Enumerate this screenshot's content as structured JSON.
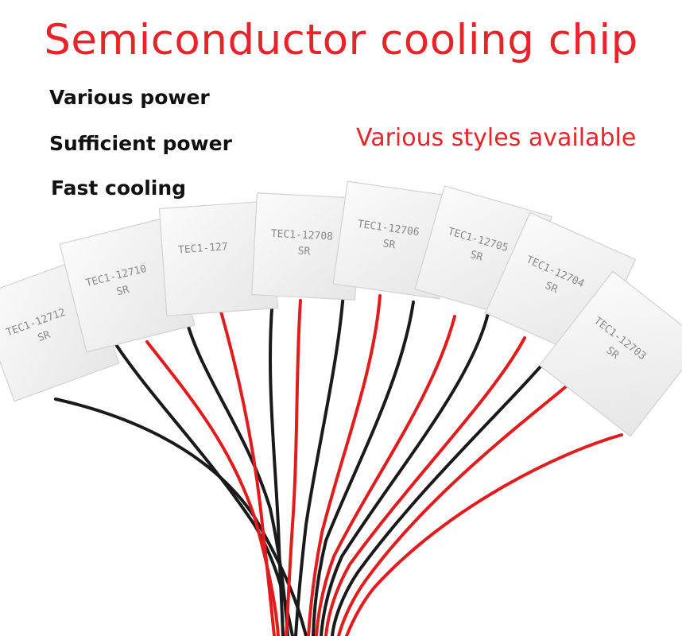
{
  "headline": "Semiconductor cooling chip",
  "features": [
    "Various power",
    "Sufficient power",
    "Fast cooling"
  ],
  "tagline": "Various styles available",
  "colors": {
    "headline": "#e8232a",
    "tagline": "#e8232a",
    "feature_text": "#111111",
    "wire_red": "#e01c1c",
    "wire_black": "#1a1a1a",
    "chip_face": "#f2f2f2"
  },
  "chips": [
    {
      "model": "TEC1-12712",
      "suffix": "SR"
    },
    {
      "model": "TEC1-12710",
      "suffix": "SR"
    },
    {
      "model": "TEC1-127",
      "suffix": ""
    },
    {
      "model": "TEC1-12708",
      "suffix": "SR"
    },
    {
      "model": "TEC1-12706",
      "suffix": "SR"
    },
    {
      "model": "TEC1-12705",
      "suffix": "SR"
    },
    {
      "model": "TEC1-12704",
      "suffix": "SR"
    },
    {
      "model": "TEC1-12703",
      "suffix": "SR"
    }
  ]
}
